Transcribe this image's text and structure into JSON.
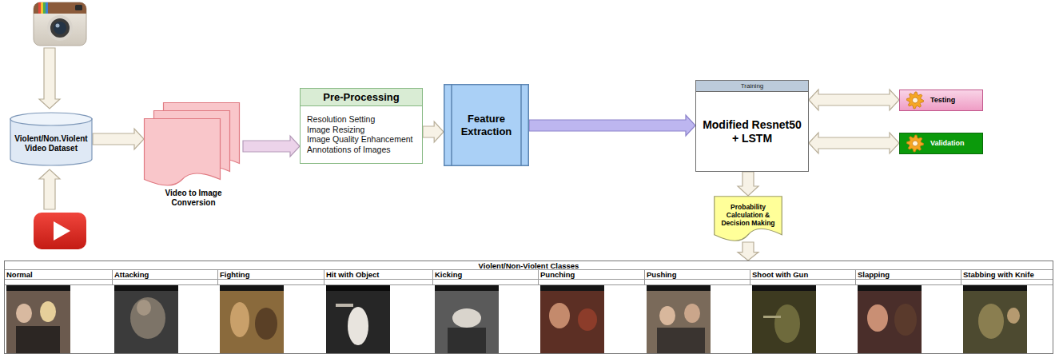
{
  "diagram": {
    "nodes": [
      {
        "text": [
          "Violent/Non.Violent Video Dataset"
        ]
      },
      {
        "text": [
          "Video to Image Conversion"
        ]
      },
      {
        "text": [
          "Pre-Processing",
          "Resolution Setting",
          "Image Resizing",
          "Image Quality Enhancement",
          "Annotations of Images"
        ]
      },
      {
        "text": [
          "Feature Extraction"
        ]
      },
      {
        "text": [
          "Training",
          "Modified Resnet50 + LSTM"
        ]
      },
      {
        "text": [
          "Testing"
        ]
      },
      {
        "text": [
          "Validation"
        ]
      },
      {
        "text": [
          "Probability Calculation & Decision Making"
        ]
      },
      {
        "text": [
          "Violent/Non-Violent Classes"
        ]
      }
    ],
    "edges": [
      {
        "from": 0,
        "to": 1,
        "arrow": "to"
      },
      {
        "from": 1,
        "to": 2,
        "arrow": "to"
      },
      {
        "from": 2,
        "to": 3,
        "arrow": "to"
      },
      {
        "from": 3,
        "to": 4,
        "arrow": "to"
      },
      {
        "from": 4,
        "to": 5,
        "arrow": "both"
      },
      {
        "from": 4,
        "to": 6,
        "arrow": "both"
      },
      {
        "from": 4,
        "to": 7,
        "arrow": "to"
      },
      {
        "from": 7,
        "to": 8,
        "arrow": "to"
      }
    ],
    "labels": [
      "Normal",
      "Attacking",
      "Fighting",
      "Hit with Object",
      "Kicking",
      "Punching",
      "Pushing",
      "Shoot with Gun",
      "Slapping",
      "Stabbing with Knife"
    ]
  }
}
